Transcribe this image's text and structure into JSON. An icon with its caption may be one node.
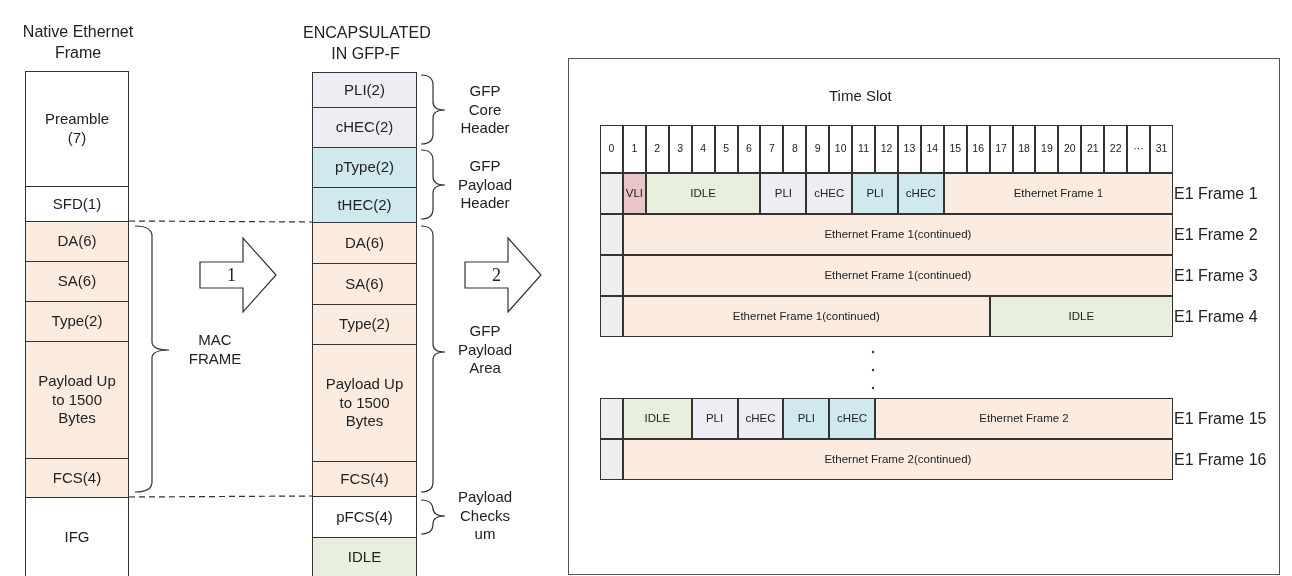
{
  "diagram": {
    "nodes": [
      {
        "text": [
          "Native Ethernet Frame"
        ]
      },
      {
        "text": [
          "Preamble (7)"
        ],
        "in": 0
      },
      {
        "text": [
          "SFD(1)"
        ],
        "in": 0
      },
      {
        "text": [
          "DA(6)"
        ],
        "in": 0
      },
      {
        "text": [
          "SA(6)"
        ],
        "in": 0
      },
      {
        "text": [
          "Type(2)"
        ],
        "in": 0
      },
      {
        "text": [
          "Payload Up to 1500 Bytes"
        ],
        "in": 0
      },
      {
        "text": [
          "FCS(4)"
        ],
        "in": 0
      },
      {
        "text": [
          "IFG"
        ],
        "in": 0
      },
      {
        "text": [
          "ENCAPSULATED IN GFP-F"
        ]
      },
      {
        "text": [
          "PLI(2)"
        ],
        "in": 9
      },
      {
        "text": [
          "cHEC(2)"
        ],
        "in": 9
      },
      {
        "text": [
          "pType(2)"
        ],
        "in": 9
      },
      {
        "text": [
          "tHEC(2)"
        ],
        "in": 9
      },
      {
        "text": [
          "DA(6)"
        ],
        "in": 9
      },
      {
        "text": [
          "SA(6)"
        ],
        "in": 9
      },
      {
        "text": [
          "Type(2)"
        ],
        "in": 9
      },
      {
        "text": [
          "Payload Up to 1500 Bytes"
        ],
        "in": 9
      },
      {
        "text": [
          "FCS(4)"
        ],
        "in": 9
      },
      {
        "text": [
          "pFCS(4)"
        ],
        "in": 9
      },
      {
        "text": [
          "IDLE"
        ],
        "in": 9
      },
      {
        "text": [
          "Time Slot"
        ]
      },
      {
        "text": [
          "0"
        ],
        "in": 21
      },
      {
        "text": [
          "1"
        ],
        "in": 21
      },
      {
        "text": [
          "2"
        ],
        "in": 21
      },
      {
        "text": [
          "3"
        ],
        "in": 21
      },
      {
        "text": [
          "4"
        ],
        "in": 21
      },
      {
        "text": [
          "5"
        ],
        "in": 21
      },
      {
        "text": [
          "6"
        ],
        "in": 21
      },
      {
        "text": [
          "7"
        ],
        "in": 21
      },
      {
        "text": [
          "8"
        ],
        "in": 21
      },
      {
        "text": [
          "9"
        ],
        "in": 21
      },
      {
        "text": [
          "10"
        ],
        "in": 21
      },
      {
        "text": [
          "11"
        ],
        "in": 21
      },
      {
        "text": [
          "12"
        ],
        "in": 21
      },
      {
        "text": [
          "13"
        ],
        "in": 21
      },
      {
        "text": [
          "14"
        ],
        "in": 21
      },
      {
        "text": [
          "15"
        ],
        "in": 21
      },
      {
        "text": [
          "16"
        ],
        "in": 21
      },
      {
        "text": [
          "17"
        ],
        "in": 21
      },
      {
        "text": [
          "18"
        ],
        "in": 21
      },
      {
        "text": [
          "19"
        ],
        "in": 21
      },
      {
        "text": [
          "20"
        ],
        "in": 21
      },
      {
        "text": [
          "21"
        ],
        "in": 21
      },
      {
        "text": [
          "22"
        ],
        "in": 21
      },
      {
        "text": [
          "···"
        ],
        "in": 21
      },
      {
        "text": [
          "31"
        ],
        "in": 21
      },
      {
        "text": [],
        "shape": "box",
        "in": 21
      },
      {
        "text": [
          "VLI"
        ],
        "in": 21
      },
      {
        "text": [
          "IDLE"
        ],
        "in": 21
      },
      {
        "text": [
          "PLI"
        ],
        "in": 21
      },
      {
        "text": [
          "cHEC"
        ],
        "in": 21
      },
      {
        "text": [
          "PLI"
        ],
        "in": 21
      },
      {
        "text": [
          "cHEC"
        ],
        "in": 21
      },
      {
        "text": [
          "Ethernet Frame 1"
        ],
        "in": 21
      },
      {
        "text": [],
        "shape": "box",
        "in": 21
      },
      {
        "text": [
          "Ethernet Frame 1(continued)"
        ],
        "in": 21
      },
      {
        "text": [],
        "shape": "box",
        "in": 21
      },
      {
        "text": [
          "Ethernet Frame 1(continued)"
        ],
        "in": 21
      },
      {
        "text": [],
        "shape": "box",
        "in": 21
      },
      {
        "text": [
          "Ethernet Frame 1(continued)"
        ],
        "in": 21
      },
      {
        "text": [
          "IDLE"
        ],
        "in": 21
      },
      {
        "text": [],
        "shape": "box",
        "in": 21
      },
      {
        "text": [
          "IDLE"
        ],
        "in": 21
      },
      {
        "text": [
          "PLI"
        ],
        "in": 21
      },
      {
        "text": [
          "cHEC"
        ],
        "in": 21
      },
      {
        "text": [
          "PLI"
        ],
        "in": 21
      },
      {
        "text": [
          "cHEC"
        ],
        "in": 21
      },
      {
        "text": [
          "Ethernet Frame 2"
        ],
        "in": 21
      },
      {
        "text": [],
        "shape": "box",
        "in": 21
      },
      {
        "text": [
          "Ethernet Frame 2(continued)"
        ],
        "in": 21
      }
    ],
    "edges": [
      {
        "from": 0,
        "to": 9,
        "arrow": "to",
        "label": "1"
      },
      {
        "from": 9,
        "to": 21,
        "arrow": "to",
        "label": "2"
      },
      {
        "from": 3,
        "to": 14,
        "arrow": "none",
        "style": "dashed"
      },
      {
        "from": 7,
        "to": 18,
        "arrow": "none",
        "style": "dashed"
      }
    ],
    "labels": [
      "MAC FRAME",
      "GFP Core Header",
      "GFP Payload Header",
      "GFP Payload Area",
      "Payload Checks um",
      "E1 Frame 1",
      "E1 Frame 2",
      "E1 Frame 3",
      "E1 Frame 4",
      "E1 Frame 15",
      "E1 Frame 16"
    ]
  }
}
